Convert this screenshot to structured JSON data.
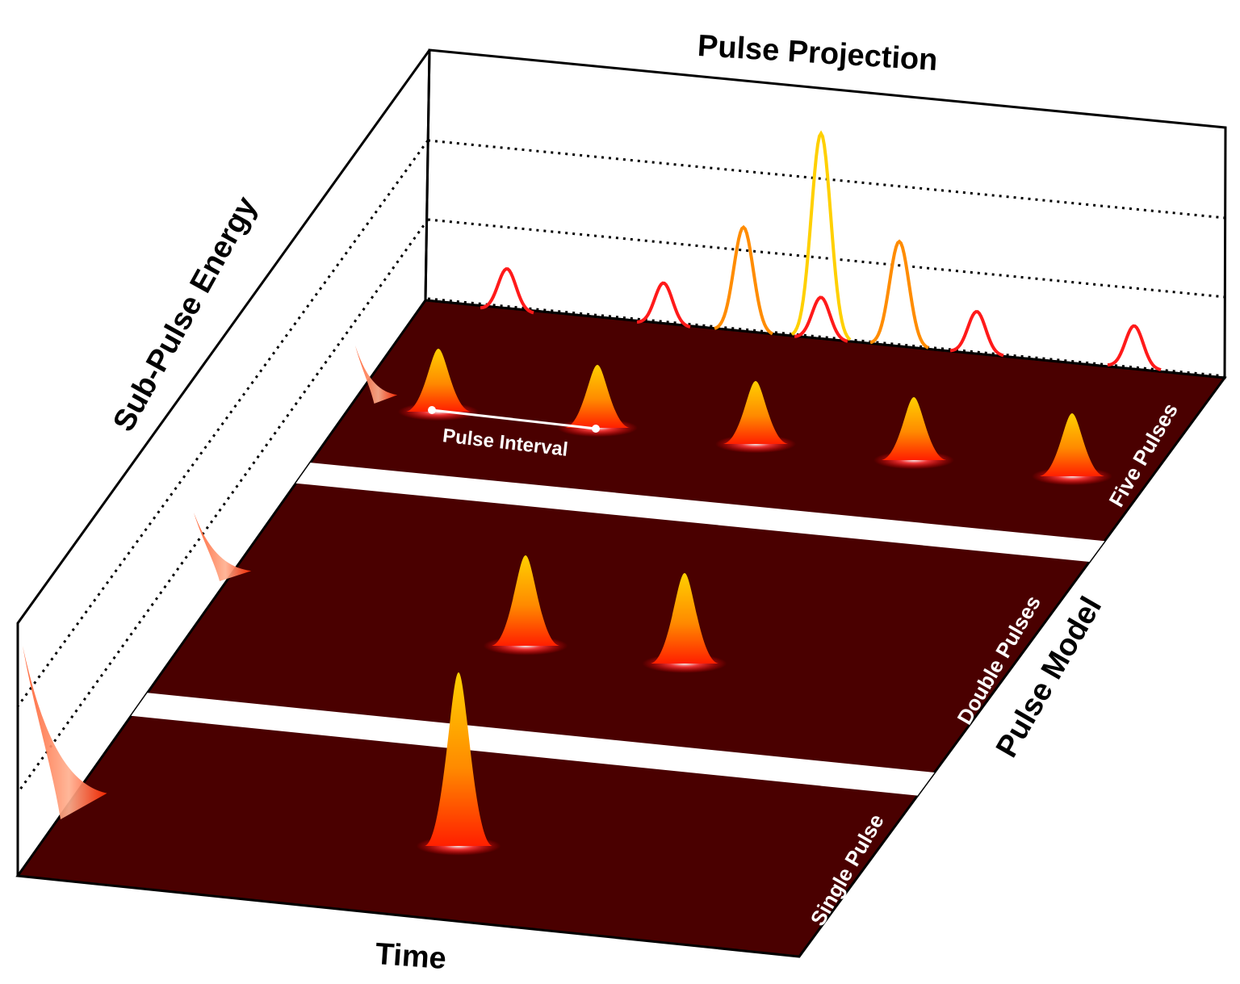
{
  "labels": {
    "pulse_projection": "Pulse Projection",
    "sub_pulse_energy": "Sub-Pulse Energy",
    "time": "Time",
    "pulse_model": "Pulse Model",
    "pulse_interval": "Pulse Interval"
  },
  "rows": [
    {
      "id": "five",
      "label": "Five Pulses",
      "pulse_count": 5
    },
    {
      "id": "double",
      "label": "Double Pulses",
      "pulse_count": 2
    },
    {
      "id": "single",
      "label": "Single Pulse",
      "pulse_count": 1
    }
  ],
  "projection": {
    "levels": [
      "low",
      "medium",
      "high"
    ],
    "traces": [
      {
        "name": "five-pulse",
        "color": "#ff1a1a"
      },
      {
        "name": "double-pulse",
        "color": "#ff8c00"
      },
      {
        "name": "single-pulse",
        "color": "#ffd000"
      }
    ]
  },
  "colors": {
    "floor": "#4a0000",
    "frame": "#000000",
    "pulse_peak": "#ffd000",
    "pulse_base": "#ff2200",
    "separator": "#ffffff"
  }
}
